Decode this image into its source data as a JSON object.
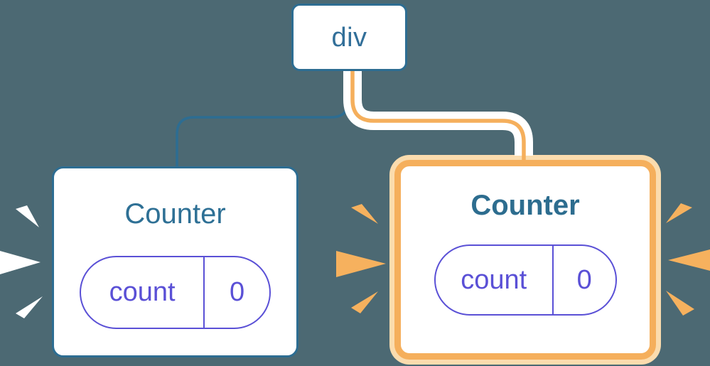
{
  "diagram": {
    "description": "React component tree re-render diagram",
    "root": {
      "label": "div"
    },
    "children": [
      {
        "id": "counter-left",
        "title": "Counter",
        "highlighted": false,
        "state": {
          "label": "count",
          "value": "0"
        }
      },
      {
        "id": "counter-right",
        "title": "Counter",
        "highlighted": true,
        "state": {
          "label": "count",
          "value": "0"
        }
      }
    ],
    "colors": {
      "background": "#4C6973",
      "node_border_blue": "#2D6D92",
      "node_text_blue": "#326F99",
      "title_blue": "#2E7095",
      "state_indigo": "#5A50D6",
      "highlight_orange": "#F5AF5C",
      "highlight_halo": "#FBDCAE",
      "emphasis_left": "#FFFFFF",
      "emphasis_right": "#F6B15E"
    }
  }
}
